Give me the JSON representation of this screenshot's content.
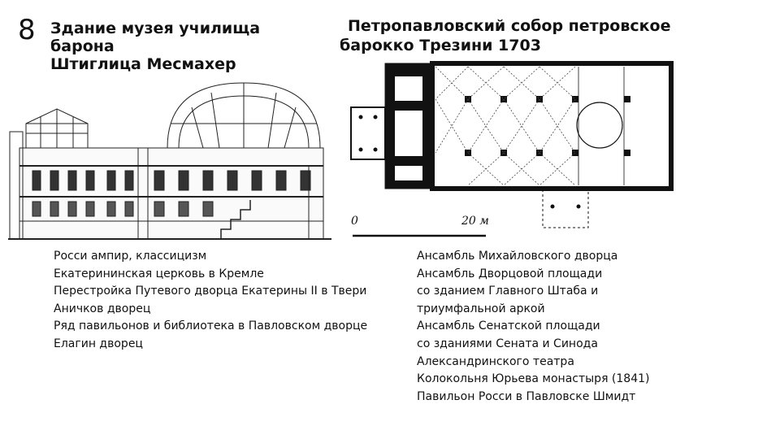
{
  "slide": {
    "number": "8",
    "title_left_line1": "Здание музея училища барона",
    "title_left_line2": "Штиглица Месмахер",
    "title_right_line1": "Петропавловский собор петровское",
    "title_right_line2": "барокко Трезини 1703"
  },
  "plan": {
    "scale_start": "0",
    "scale_end": "20 м"
  },
  "left_list": [
    "Росси ампир, классицизм",
    "Екатерининская церковь в Кремле",
    "Перестройка Путевого дворца Екатерины II в Твери",
    "Аничков дворец",
    "Ряд павильонов и библиотека в Павловском дворце",
    "Елагин дворец"
  ],
  "right_list": [
    "Ансамбль Михайловского дворца",
    "Ансамбль Дворцовой площади",
    "со зданием Главного Штаба и",
    "триумфальной аркой",
    "Ансамбль Сенатской площади",
    "со зданиями Сената и Синода",
    "Александринского театра",
    "Колокольня Юрьева монастыря (1841)",
    "Павильон Росси в Павловске Шмидт"
  ]
}
